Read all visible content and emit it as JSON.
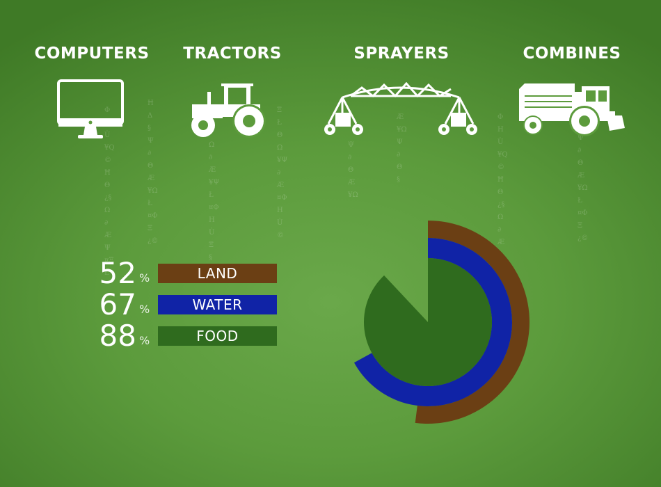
{
  "categories_header": [
    {
      "label": "COMPUTERS",
      "icon": "computer-monitor-icon"
    },
    {
      "label": "TRACTORS",
      "icon": "tractor-icon"
    },
    {
      "label": "SPRAYERS",
      "icon": "irrigation-sprayer-icon"
    },
    {
      "label": "COMBINES",
      "icon": "combine-harvester-icon"
    }
  ],
  "legend": [
    {
      "value": "52",
      "unit": "%",
      "label": "LAND",
      "color": "#6b3f14"
    },
    {
      "value": "67",
      "unit": "%",
      "label": "WATER",
      "color": "#1023a6"
    },
    {
      "value": "88",
      "unit": "%",
      "label": "FOOD",
      "color": "#2f6b1e"
    }
  ],
  "chart_data": {
    "type": "radial-bar",
    "title": "",
    "series": [
      {
        "name": "LAND",
        "value": 52,
        "color": "#6b3f14"
      },
      {
        "name": "WATER",
        "value": 67,
        "color": "#1023a6"
      },
      {
        "name": "FOOD",
        "value": 88,
        "color": "#2f6b1e"
      }
    ],
    "range": [
      0,
      100
    ],
    "start": "top",
    "direction": "clockwise"
  }
}
